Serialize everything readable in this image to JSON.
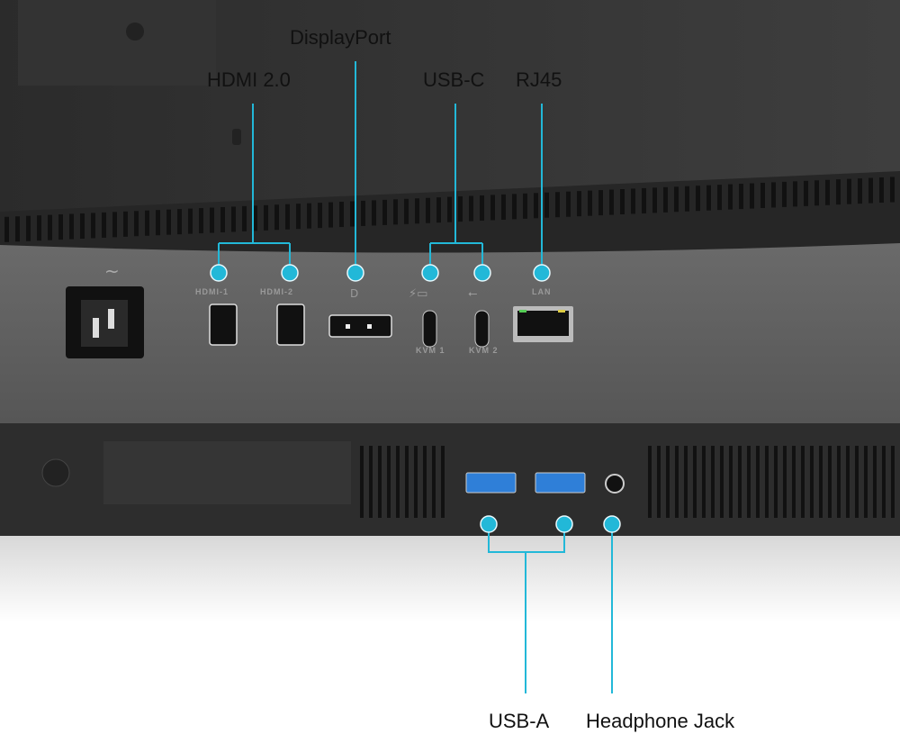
{
  "callouts": {
    "displayport": "DisplayPort",
    "hdmi": "HDMI 2.0",
    "usbc": "USB-C",
    "rj45": "RJ45",
    "usba": "USB-A",
    "headphone": "Headphone Jack"
  },
  "port_labels": {
    "hdmi1": "HDMI-1",
    "hdmi2": "HDMI-2",
    "kvm1": "KVM 1",
    "kvm2": "KVM 2",
    "lan": "LAN"
  },
  "colors": {
    "accent": "#22b8d8",
    "body_dark": "#2e2e2e",
    "panel": "#5c5c5c"
  }
}
